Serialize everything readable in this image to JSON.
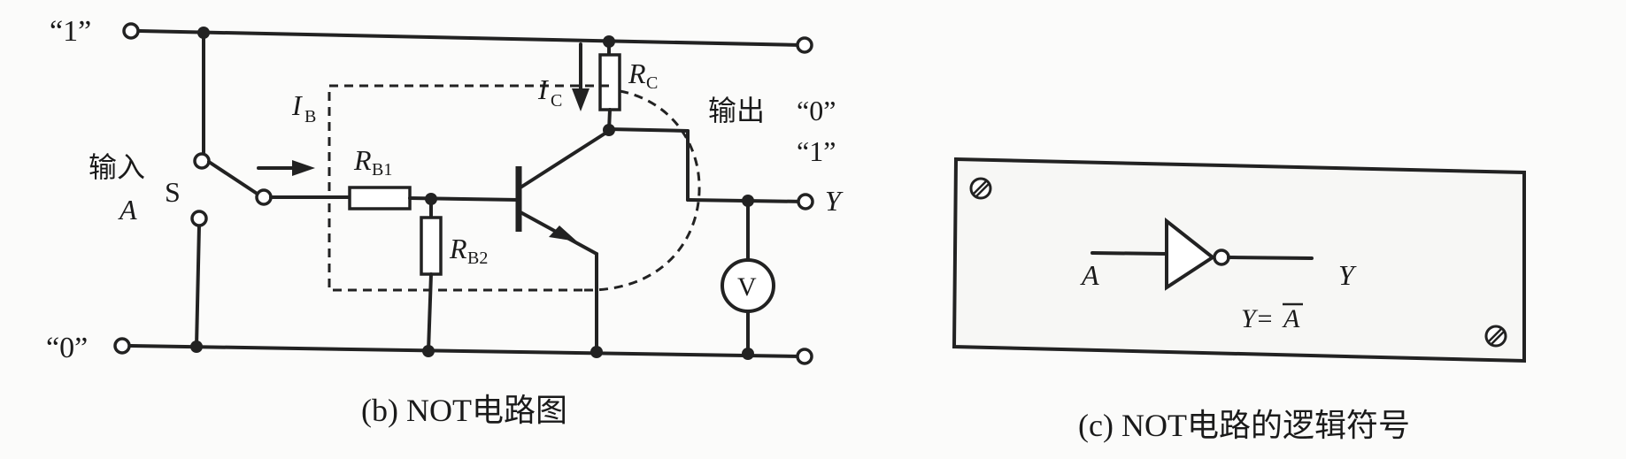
{
  "circuit": {
    "input_high": "“1”",
    "input_low": "“0”",
    "input_label": "输入",
    "input_var": "A",
    "switch": "S",
    "ib_label": "I",
    "ib_sub": "B",
    "ic_label": "I",
    "ic_sub": "C",
    "rc_label": "R",
    "rc_sub": "C",
    "rb1_label": "R",
    "rb1_sub": "B1",
    "rb2_label": "R",
    "rb2_sub": "B2",
    "output_label": "输出",
    "output_zero": "“0”",
    "output_one": "“1”",
    "output_var": "Y",
    "voltmeter": "V",
    "caption": "(b) NOT电路图"
  },
  "logic_symbol": {
    "input": "A",
    "output": "Y",
    "equation_lhs": "Y=",
    "equation_bar": "A",
    "caption": "(c) NOT电路的逻辑符号"
  }
}
